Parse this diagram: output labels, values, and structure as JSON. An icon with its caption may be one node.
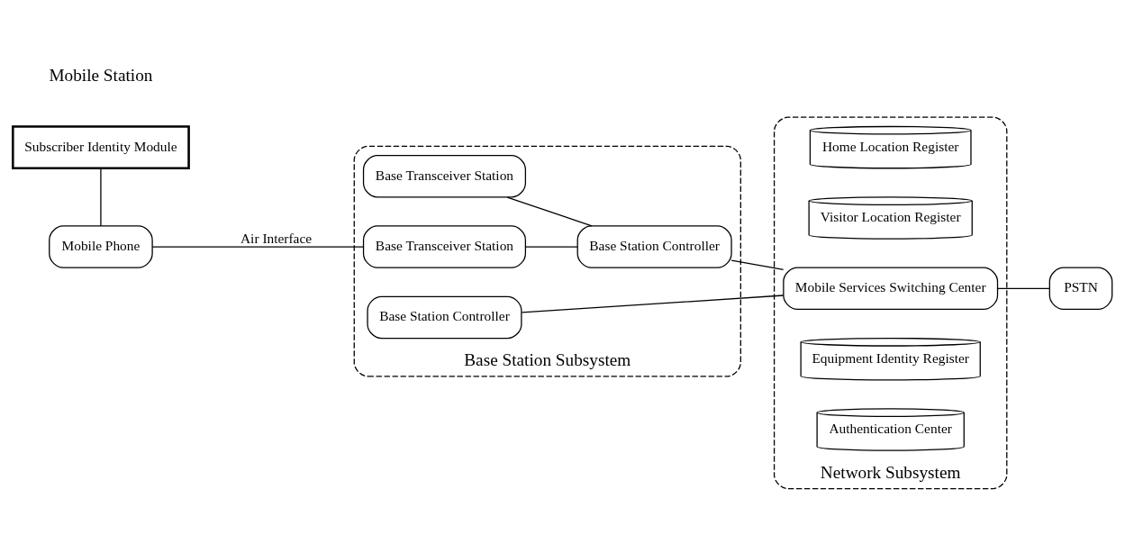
{
  "diagram": {
    "nodes": [
      {
        "text": [
          "Subscriber Identity Module"
        ]
      },
      {
        "text": [
          "Mobile Phone"
        ]
      },
      {
        "text": [
          "Base Station Subsystem"
        ]
      },
      {
        "text": [
          "Base Transceiver Station"
        ],
        "in": 2
      },
      {
        "text": [
          "Base Transceiver Station"
        ],
        "in": 2
      },
      {
        "text": [
          "Base Station Controller"
        ],
        "in": 2
      },
      {
        "text": [
          "Base Station Controller"
        ],
        "in": 2
      },
      {
        "text": [
          "Network Subsystem"
        ]
      },
      {
        "text": [
          "Home Location Register"
        ],
        "in": 7
      },
      {
        "text": [
          "Visitor Location Register"
        ],
        "in": 7
      },
      {
        "text": [
          "Mobile Services Switching Center"
        ],
        "in": 7
      },
      {
        "text": [
          "Equipment Identity Register"
        ],
        "in": 7
      },
      {
        "text": [
          "Authentication Center"
        ],
        "in": 7
      },
      {
        "text": [
          "PSTN"
        ]
      }
    ],
    "edges": [
      {
        "from": 0,
        "to": 1,
        "arrow": "none"
      },
      {
        "from": 1,
        "to": 4,
        "arrow": "none",
        "label": "Air Interface"
      },
      {
        "from": 3,
        "to": 6,
        "arrow": "none"
      },
      {
        "from": 4,
        "to": 6,
        "arrow": "none"
      },
      {
        "from": 5,
        "to": 10,
        "arrow": "none"
      },
      {
        "from": 6,
        "to": 10,
        "arrow": "none"
      },
      {
        "from": 10,
        "to": 13,
        "arrow": "none"
      }
    ],
    "labels": [
      "Mobile Station"
    ]
  }
}
